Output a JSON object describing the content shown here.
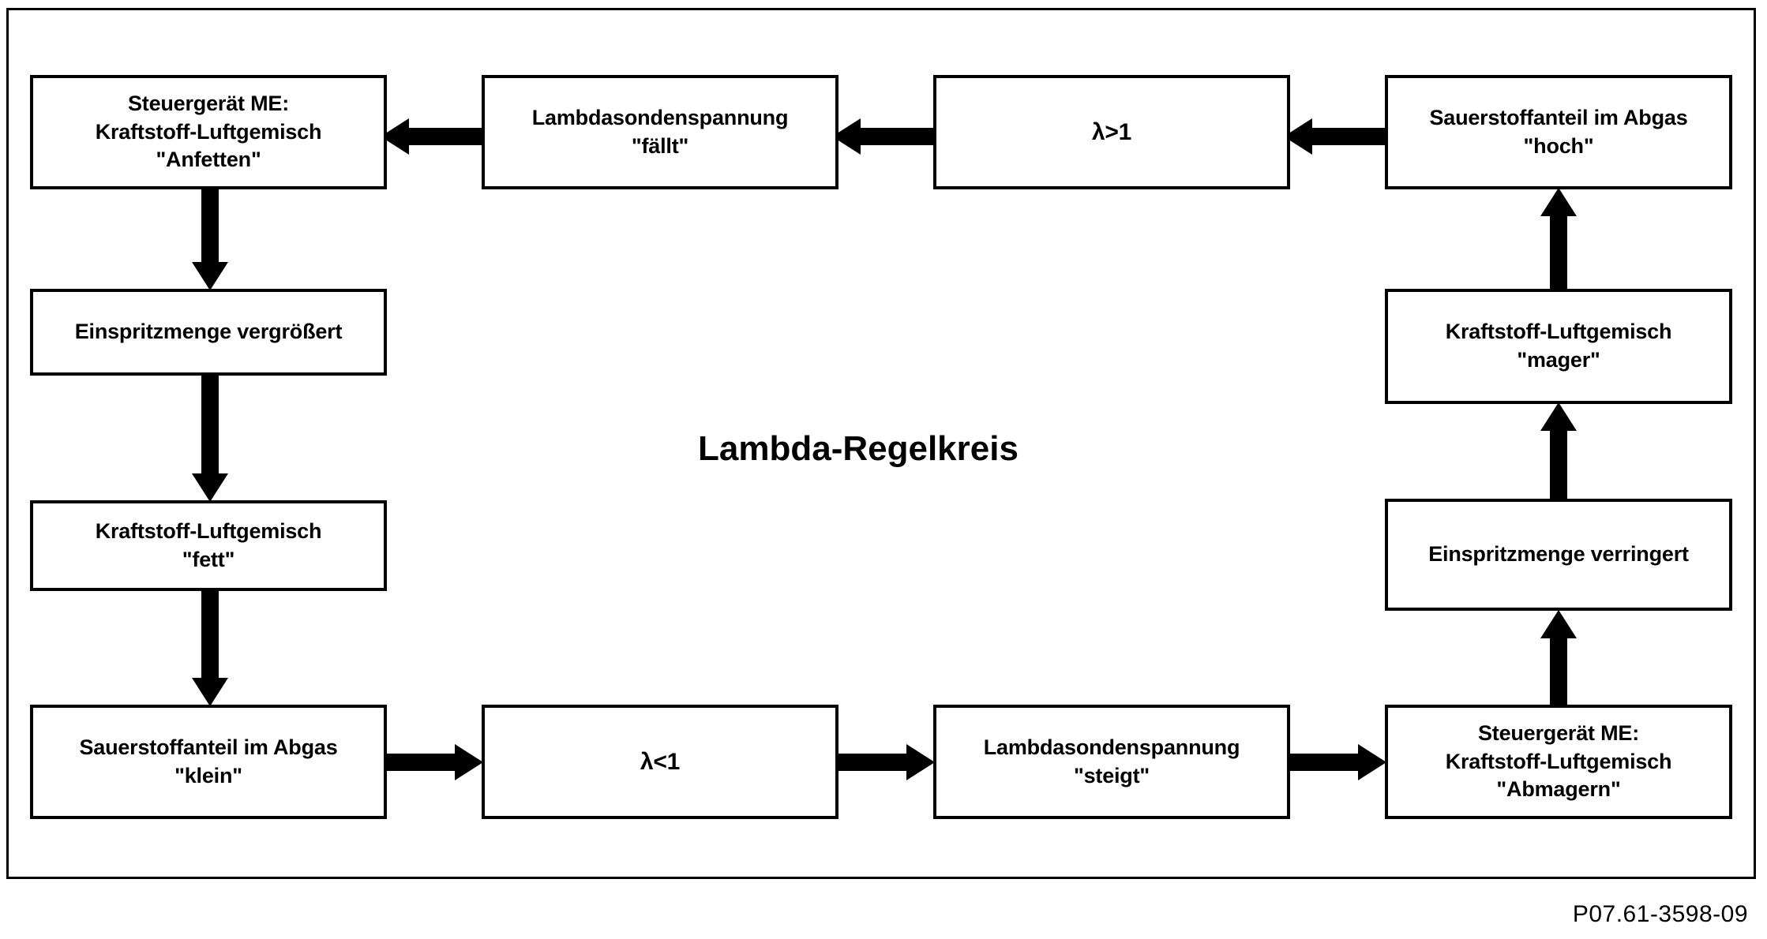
{
  "diagram": {
    "title": "Lambda-Regelkreis",
    "figure_code": "P07.61-3598-09",
    "nodes": [
      {
        "id": "ecu-enrich",
        "lines": [
          "Steuergerät ME:",
          "Kraftstoff-Luftgemisch",
          "\"Anfetten\""
        ]
      },
      {
        "id": "lambda-voltage-falls",
        "lines": [
          "Lambdasondenspannung",
          "\"fällt\""
        ]
      },
      {
        "id": "lambda-greater-one",
        "lines": [
          "λ>1"
        ]
      },
      {
        "id": "oxygen-high",
        "lines": [
          "Sauerstoffanteil im Abgas",
          "\"hoch\""
        ]
      },
      {
        "id": "injection-increased",
        "lines": [
          "Einspritzmenge vergrößert"
        ]
      },
      {
        "id": "mixture-rich",
        "lines": [
          "Kraftstoff-Luftgemisch",
          "\"fett\""
        ]
      },
      {
        "id": "oxygen-low",
        "lines": [
          "Sauerstoffanteil im Abgas",
          "\"klein\""
        ]
      },
      {
        "id": "lambda-less-one",
        "lines": [
          "λ<1"
        ]
      },
      {
        "id": "lambda-voltage-rises",
        "lines": [
          "Lambdasondenspannung",
          "\"steigt\""
        ]
      },
      {
        "id": "ecu-lean",
        "lines": [
          "Steuergerät ME:",
          "Kraftstoff-Luftgemisch",
          "\"Abmagern\""
        ]
      },
      {
        "id": "injection-reduced",
        "lines": [
          "Einspritzmenge verringert"
        ]
      },
      {
        "id": "mixture-lean",
        "lines": [
          "Kraftstoff-Luftgemisch",
          "\"mager\""
        ]
      }
    ],
    "colors": {
      "line": "#000000",
      "background": "#ffffff",
      "text": "#000000"
    }
  }
}
